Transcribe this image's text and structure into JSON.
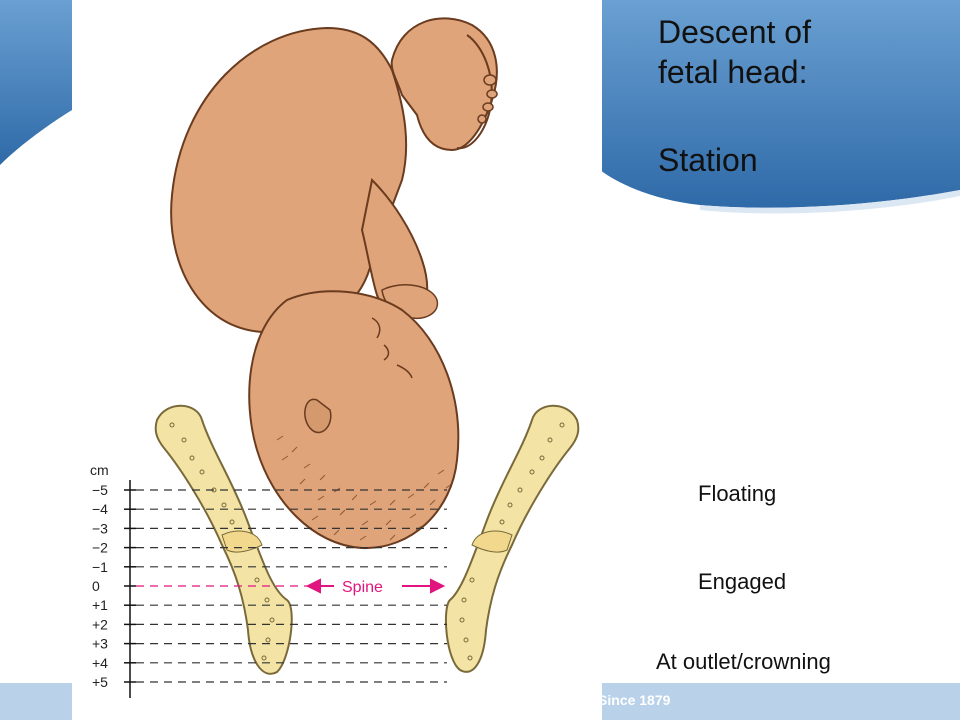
{
  "slide": {
    "title_line1": "Descent of",
    "title_line2": "fetal head:",
    "subtitle": "Station",
    "footer_text": "Since 1879"
  },
  "labels": {
    "floating": "Floating",
    "engaged": "Engaged",
    "outlet": "At outlet/crowning"
  },
  "figure": {
    "unit_label": "cm",
    "spine_label": "Spine",
    "stations": [
      "−5",
      "−4",
      "−3",
      "−2",
      "−1",
      "0",
      "+1",
      "+2",
      "+3",
      "+4",
      "+5"
    ]
  },
  "colors": {
    "skin": "#dfa479",
    "skin_stroke": "#6a3b1f",
    "bone": "#f3e4a6",
    "bone_stroke": "#7a6a3a",
    "spine_line": "#e0157f",
    "wave_blue": "#3f79b6",
    "footer_band": "#b9d1e9"
  }
}
